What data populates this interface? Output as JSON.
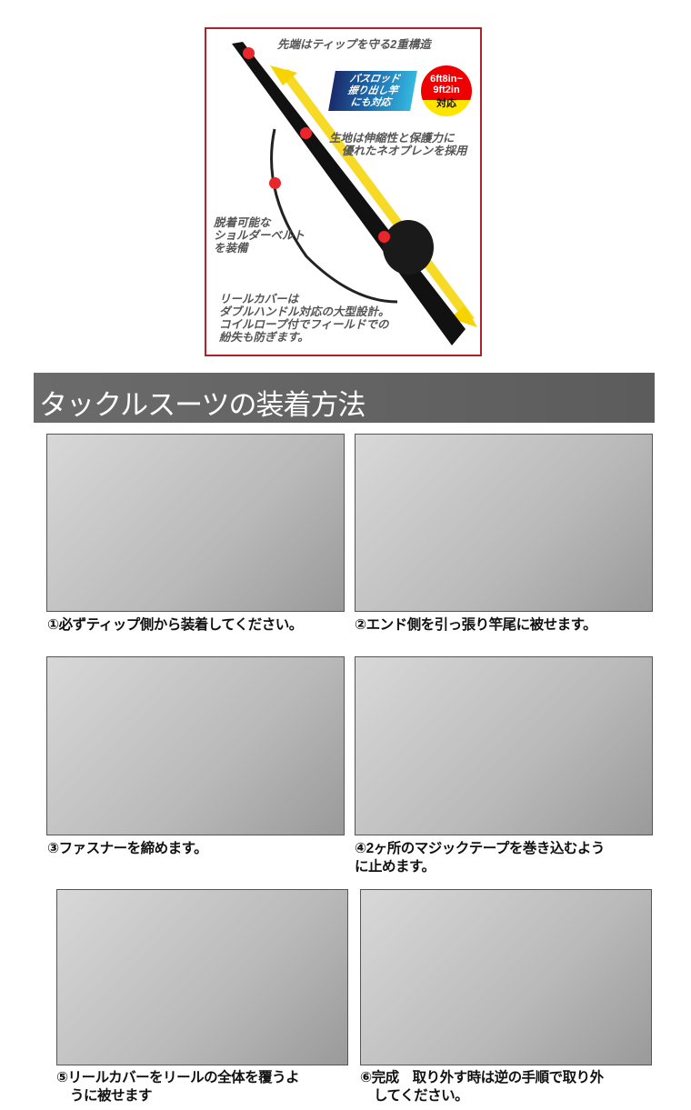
{
  "product_feature": {
    "tip_note": "先端はティップを守る2重構造",
    "bass_badge": [
      "バスロッド",
      "振り出し竿",
      "にも対応"
    ],
    "size_badge": {
      "line1": "6ft8in~",
      "line2": "9ft2in",
      "line3": "対応"
    },
    "material_note": [
      "生地は伸縮性と保護力に",
      "優れたネオプレンを採用"
    ],
    "belt_note": [
      "脱着可能な",
      "ショルダーベルト",
      "を装備"
    ],
    "reel_note": [
      "リールカバーは",
      "ダブルハンドル対応の大型設計。",
      "コイルロープ付でフィールドでの",
      "紛失も防ぎます。"
    ],
    "colors": {
      "border": "#b0202a",
      "dot": "#e8262c",
      "arrow": "#f5d400"
    }
  },
  "section_title": "タックルスーツの装着方法",
  "steps": [
    {
      "caption": [
        "①必ずティップ側から装着してください。"
      ]
    },
    {
      "caption": [
        "②エンド側を引っ張り竿尾に被せます。"
      ]
    },
    {
      "caption": [
        "③ファスナーを締めます。"
      ]
    },
    {
      "caption": [
        "④2ヶ所のマジックテープを巻き込むよう",
        "に止めます。"
      ]
    },
    {
      "caption": [
        "⑤リールカバーをリールの全体を覆うよ",
        "　うに被せます"
      ]
    },
    {
      "caption": [
        "⑥完成　取り外す時は逆の手順で取り外",
        "　してください。"
      ]
    }
  ]
}
